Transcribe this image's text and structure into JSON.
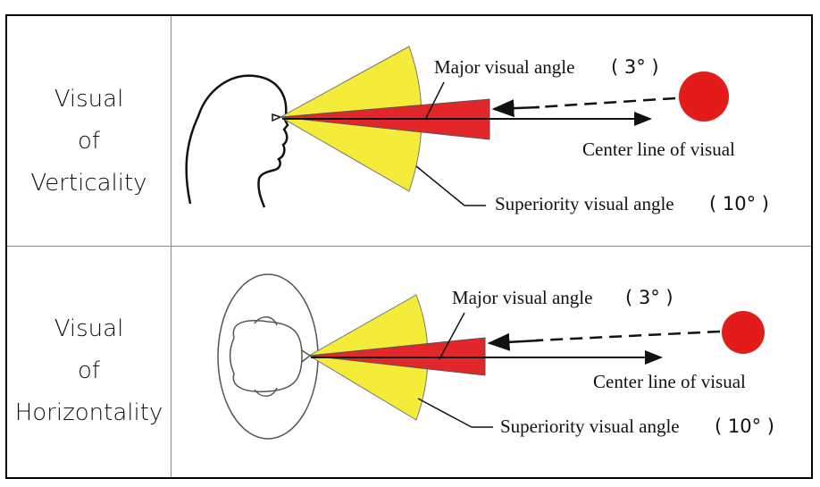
{
  "colors": {
    "superiority_cone": "#f5ec3a",
    "major_cone": "#e3262a",
    "target": "#e31b1b",
    "line": "#111111"
  },
  "rows": [
    {
      "label_lines": [
        "Visual",
        "of",
        "Verticality"
      ],
      "head_icon": "head-profile-icon",
      "major_label": "Major visual angle",
      "major_value": "( 3° )",
      "center_label": "Center line of visual",
      "superiority_label": "Superiority visual angle",
      "superiority_value": "( 10° )"
    },
    {
      "label_lines": [
        "Visual",
        "of",
        "Horizontality"
      ],
      "head_icon": "head-top-view-icon",
      "major_label": "Major visual angle",
      "major_value": "( 3° )",
      "center_label": "Center line of visual",
      "superiority_label": "Superiority visual angle",
      "superiority_value": "( 10° )"
    }
  ]
}
